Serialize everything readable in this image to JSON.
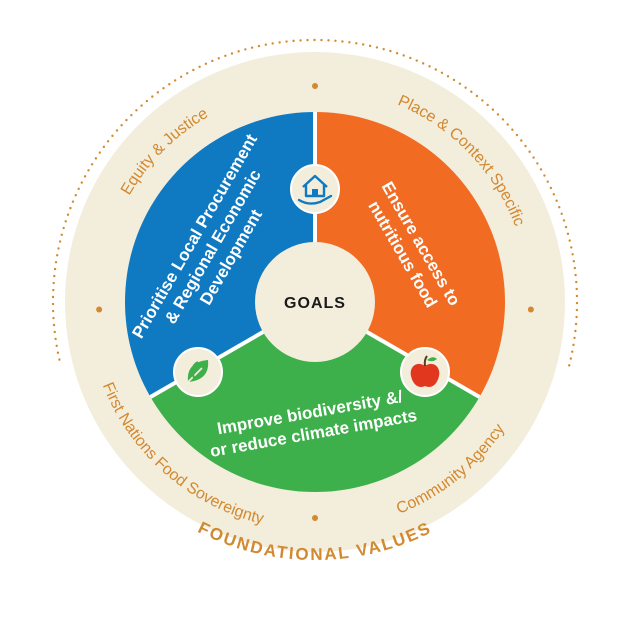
{
  "center": {
    "label": "GOALS"
  },
  "goals": {
    "local_procurement": {
      "lines": [
        "Prioritise Local Procurement",
        "& Regional Economic",
        "Development"
      ],
      "icon": "house-hand-icon",
      "color": "#0f7ac2"
    },
    "nutritious_food": {
      "lines": [
        "Ensure access to",
        "nutritious food"
      ],
      "icon": "apple-icon",
      "color": "#f26b22"
    },
    "biodiversity": {
      "lines": [
        "Improve biodiversity &/",
        "or reduce climate impacts"
      ],
      "icon": "leaf-icon",
      "color": "#3db04b"
    }
  },
  "values": {
    "equity": "Equity & Justice",
    "place": "Place & Context Specific",
    "first_nations": "First Nations Food Sovereignty",
    "community": "Community Agency"
  },
  "ring_title": "FOUNDATIONAL VALUES",
  "colors": {
    "ring": "#f3eddc",
    "accent": "#d2892f",
    "center": "#f3eddc",
    "divider": "#ffffff"
  }
}
